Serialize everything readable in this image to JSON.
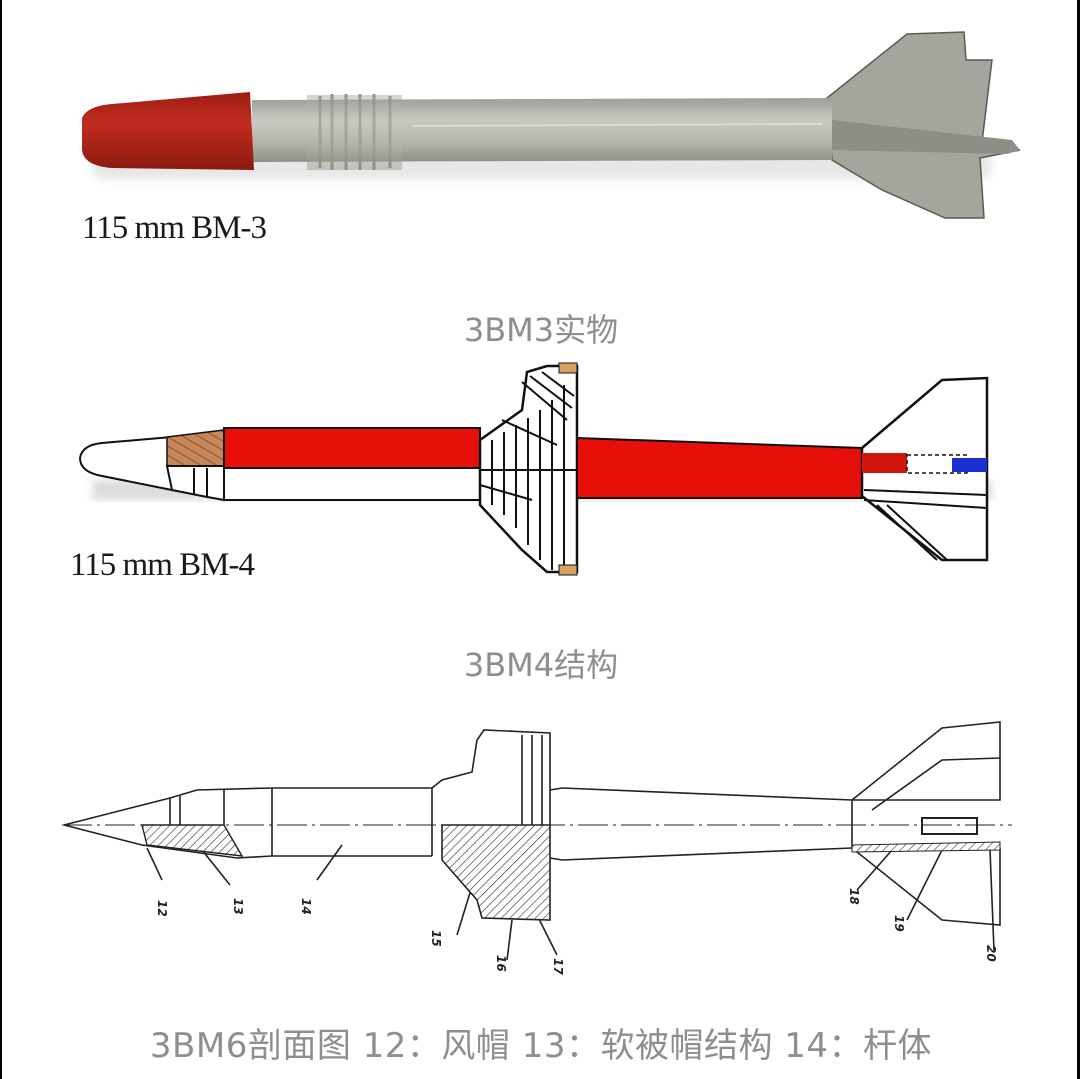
{
  "figures": [
    {
      "id": "bm3-photo",
      "label": "115 mm BM-3",
      "caption": "3BM3实物",
      "colors": {
        "nose": "#b8271c",
        "body": "#b6b6ae",
        "fins": "#a5a59d"
      }
    },
    {
      "id": "bm4-diagram",
      "label": "115 mm BM-4",
      "caption": "3BM4结构",
      "colors": {
        "core": "#e60f0a",
        "windshield": "#ffffff",
        "cap_hatch": "#c8875a",
        "tracer": "#1c2fd0",
        "outline": "#111111"
      }
    },
    {
      "id": "bm6-cross-section",
      "caption": "3BM6剖面图 12：风帽  13：软被帽结构  14：杆体",
      "part_numbers": [
        "12",
        "13",
        "14",
        "15",
        "16",
        "17",
        "18",
        "19",
        "20"
      ]
    }
  ]
}
